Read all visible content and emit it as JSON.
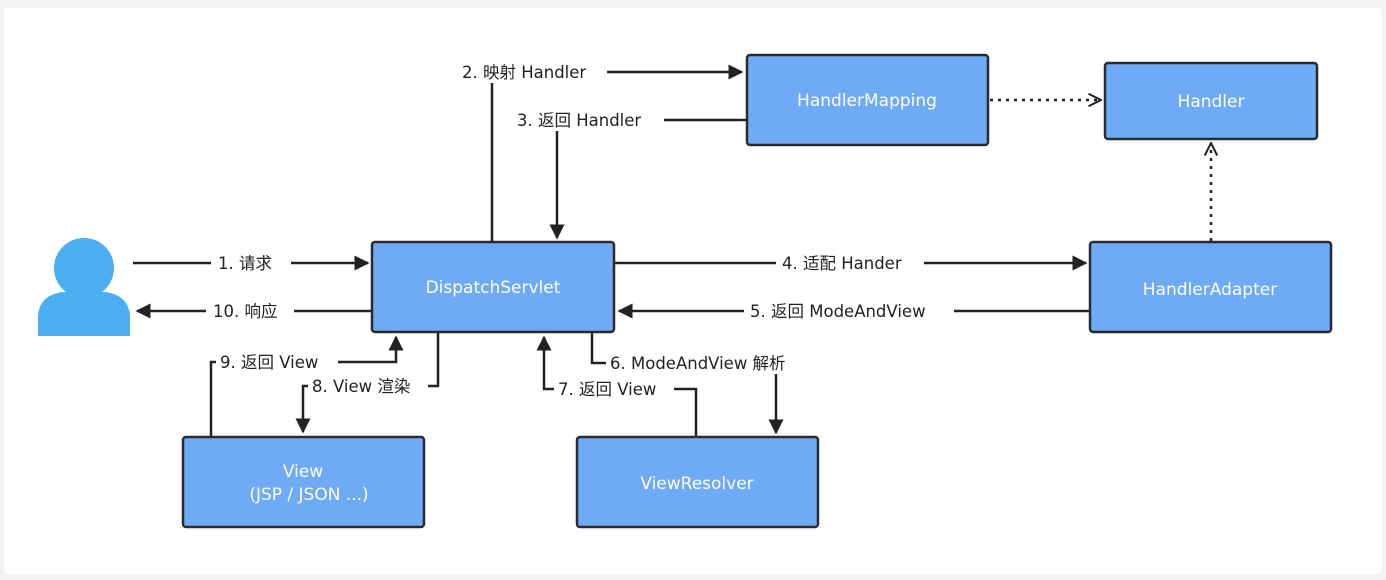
{
  "nodes": {
    "dispatch": "DispatchServlet",
    "mapping": "HandlerMapping",
    "handler": "Handler",
    "adapter": "HandlerAdapter",
    "view_line1": "View",
    "view_line2": "(JSP / JSON ...)",
    "resolver": "ViewResolver"
  },
  "edges": {
    "e1": "1. 请求",
    "e2": "2. 映射 Handler",
    "e3": "3. 返回 Handler",
    "e4": "4. 适配 Hander",
    "e5": "5. 返回 ModeAndView",
    "e6": "6. ModeAndView 解析",
    "e7": "7. 返回 View",
    "e8": "8. View 渲染",
    "e9": "9. 返回 View",
    "e10": "10. 响应"
  },
  "colors": {
    "node_fill": "#6eaaf6",
    "user_icon": "#4aaef0",
    "line": "#222222"
  },
  "icons": {
    "user": "user-icon"
  }
}
